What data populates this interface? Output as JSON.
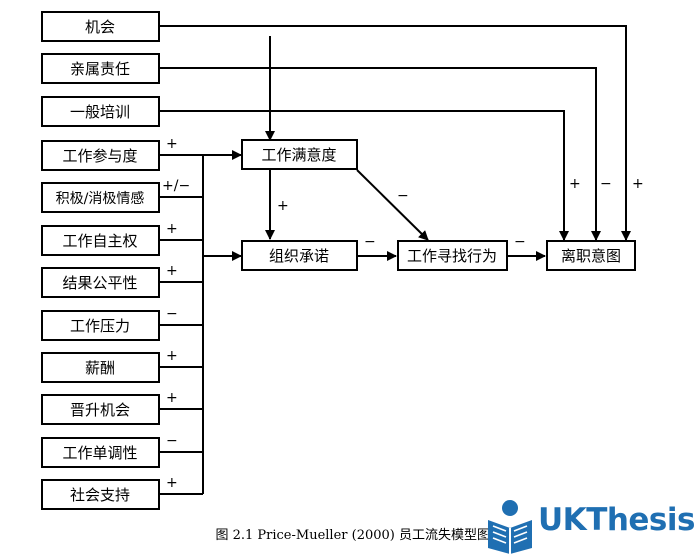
{
  "nodes": {
    "opportunity": "机会",
    "kinship": "亲属责任",
    "training": "一般培训",
    "involvement": "工作参与度",
    "affect": "积极/消极情感",
    "autonomy": "工作自主权",
    "justice": "结果公平性",
    "stress": "工作压力",
    "pay": "薪酬",
    "promotion": "晋升机会",
    "routinization": "工作单调性",
    "support": "社会支持",
    "satisfaction": "工作满意度",
    "commitment": "组织承诺",
    "search": "工作寻找行为",
    "intent": "离职意图"
  },
  "signs": {
    "involvement": "+",
    "affect": "+/−",
    "autonomy": "+",
    "justice": "+",
    "stress": "−",
    "pay": "+",
    "promotion": "+",
    "routinization": "−",
    "support": "+",
    "sat_to_commit": "+",
    "sat_to_search": "−",
    "commit_to_search": "−",
    "search_to_intent": "−",
    "training_to_intent": "+",
    "kinship_to_intent": "−",
    "opportunity_to_intent": "+"
  },
  "caption": "图 2.1 Price-Mueller (2000) 员工流失模型图",
  "logo": {
    "brand": "UKThesis",
    "icon": "reader-book-icon",
    "color": "#1f6fb2"
  }
}
